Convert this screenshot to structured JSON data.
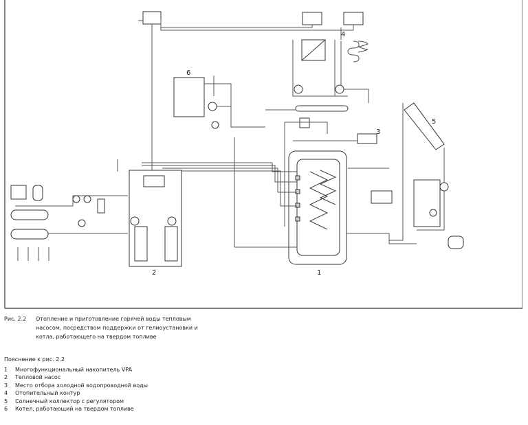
{
  "diagram": {
    "markers": [
      "1",
      "2",
      "3",
      "4",
      "5",
      "6"
    ]
  },
  "caption": {
    "figure_label": "Рис. 2.2",
    "text": "Отопление и приготовление горячей воды тепловым насосом, посредством поддержки от гелиоустановки и котла, работающего на твердом топливе"
  },
  "legend": {
    "title": "Пояснение к рис. 2.2",
    "items": [
      {
        "num": "1",
        "text": "Многофункциональный накопитель VPA"
      },
      {
        "num": "2",
        "text": "Тепловой насос"
      },
      {
        "num": "3",
        "text": "Место отбора холодной водопроводной воды"
      },
      {
        "num": "4",
        "text": "Отопительный контур"
      },
      {
        "num": "5",
        "text": "Солнечный коллектор с регулятором"
      },
      {
        "num": "6",
        "text": "Котел, работающий на твердом топливе"
      }
    ]
  }
}
